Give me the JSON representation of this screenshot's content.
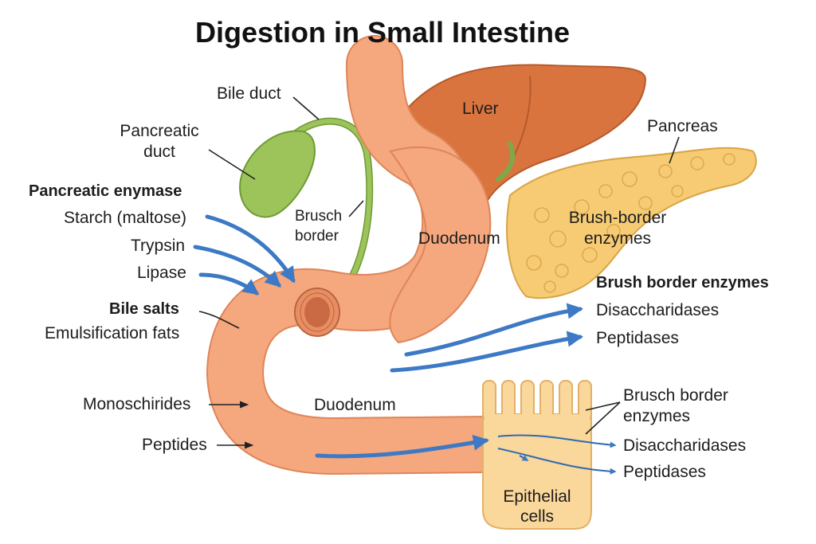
{
  "title": "Digestion in Small Intestine",
  "labels": {
    "bile_duct": "Bile duct",
    "pancreatic_duct_1": "Pancreatic",
    "pancreatic_duct_2": "duct",
    "pancreatic_enzymes_heading": "Pancreatic enymase",
    "starch": "Starch (maltose)",
    "trypsin": "Trypsin",
    "lipase": "Lipase",
    "bile_salts": "Bile salts",
    "emulsification": "Emulsification fats",
    "monosaccharides": "Monoschirides",
    "peptides": "Peptides",
    "brusch_border_1": "Brusch",
    "brusch_border_2": "border",
    "liver": "Liver",
    "pancreas": "Pancreas",
    "brush_border_enzymes_organ_1": "Brush-border",
    "brush_border_enzymes_organ_2": "enzymes",
    "duodenum_upper": "Duodenum",
    "duodenum_lower": "Duodenum",
    "brush_border_heading": "Brush border enzymes",
    "disaccharidases_upper": "Disaccharidases",
    "peptidases_upper": "Peptidases",
    "brusch_border_enzymes_1": "Brusch border",
    "brusch_border_enzymes_2": "enzymes",
    "disaccharidases_lower": "Disaccharidases",
    "peptidases_lower": "Peptidases",
    "epithelial_1": "Epithelial",
    "epithelial_2": "cells"
  },
  "colors": {
    "intestine": "#f5a77e",
    "intestine_outline": "#de8559",
    "liver": "#d9743f",
    "liver_outline": "#b65a2b",
    "gallbladder": "#9cc45a",
    "gallbladder_outline": "#6f9a35",
    "pancreas": "#f6cb74",
    "pancreas_outline": "#d9a446",
    "cell": "#fad79a",
    "cell_outline": "#e3b066",
    "arrow": "#3d79c4"
  }
}
